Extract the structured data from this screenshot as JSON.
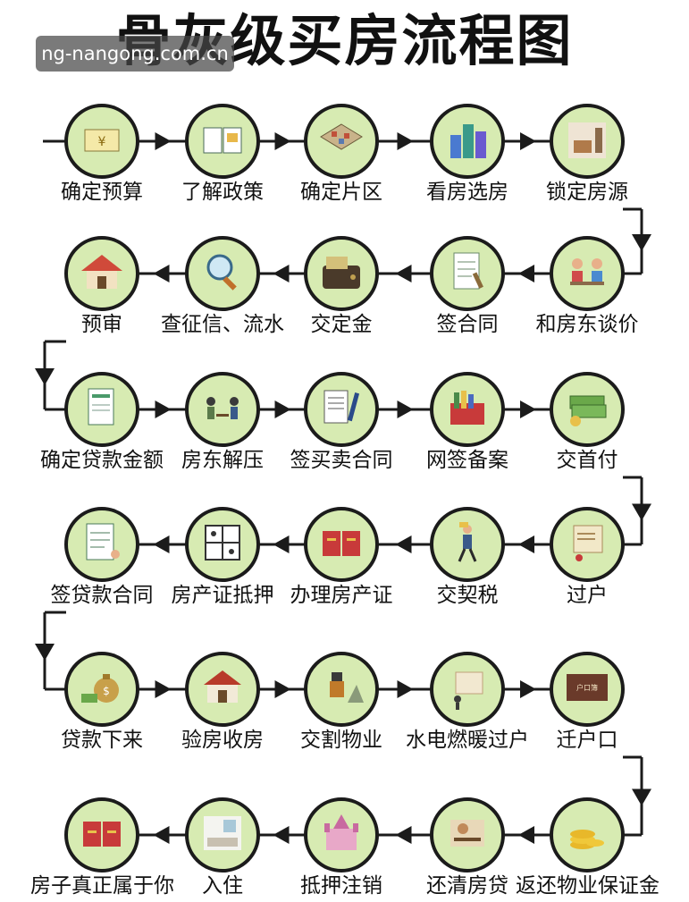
{
  "title": "骨灰级买房流程图",
  "watermark": "ng-nangong.com.cn",
  "steps": [
    {
      "label": "确定预算",
      "icon": "money-icon"
    },
    {
      "label": "了解政策",
      "icon": "book-icon"
    },
    {
      "label": "确定片区",
      "icon": "city-block-icon"
    },
    {
      "label": "看房选房",
      "icon": "buildings-icon"
    },
    {
      "label": "锁定房源",
      "icon": "room-icon"
    },
    {
      "label": "和房东谈价",
      "icon": "negotiation-icon"
    },
    {
      "label": "签合同",
      "icon": "contract-icon"
    },
    {
      "label": "交定金",
      "icon": "wallet-icon"
    },
    {
      "label": "查征信、流水",
      "icon": "magnifier-icon"
    },
    {
      "label": "预审",
      "icon": "house-icon"
    },
    {
      "label": "确定贷款金额",
      "icon": "loan-form-icon"
    },
    {
      "label": "房东解压",
      "icon": "meeting-icon"
    },
    {
      "label": "签买卖合同",
      "icon": "document-pen-icon"
    },
    {
      "label": "网签备案",
      "icon": "file-folder-icon"
    },
    {
      "label": "交首付",
      "icon": "cash-stack-icon"
    },
    {
      "label": "过户",
      "icon": "transfer-icon"
    },
    {
      "label": "交契税",
      "icon": "tax-icon"
    },
    {
      "label": "办理房产证",
      "icon": "property-certificate-icon"
    },
    {
      "label": "房产证抵押",
      "icon": "floorplan-icon"
    },
    {
      "label": "签贷款合同",
      "icon": "loan-contract-icon"
    },
    {
      "label": "贷款下来",
      "icon": "money-bag-icon"
    },
    {
      "label": "验房收房",
      "icon": "inspect-house-icon"
    },
    {
      "label": "交割物业",
      "icon": "handover-icon"
    },
    {
      "label": "水电燃暖过户",
      "icon": "utilities-icon"
    },
    {
      "label": "迁户口",
      "icon": "household-register-icon"
    },
    {
      "label": "返还物业保证金",
      "icon": "coins-icon"
    },
    {
      "label": "还清房贷",
      "icon": "card-icon"
    },
    {
      "label": "抵押注销",
      "icon": "castle-icon"
    },
    {
      "label": "入住",
      "icon": "living-room-icon"
    },
    {
      "label": "房子真正属于你",
      "icon": "deed-icon"
    }
  ],
  "colors": {
    "circle": "#d7ebb2",
    "line": "#1b1b1b"
  }
}
